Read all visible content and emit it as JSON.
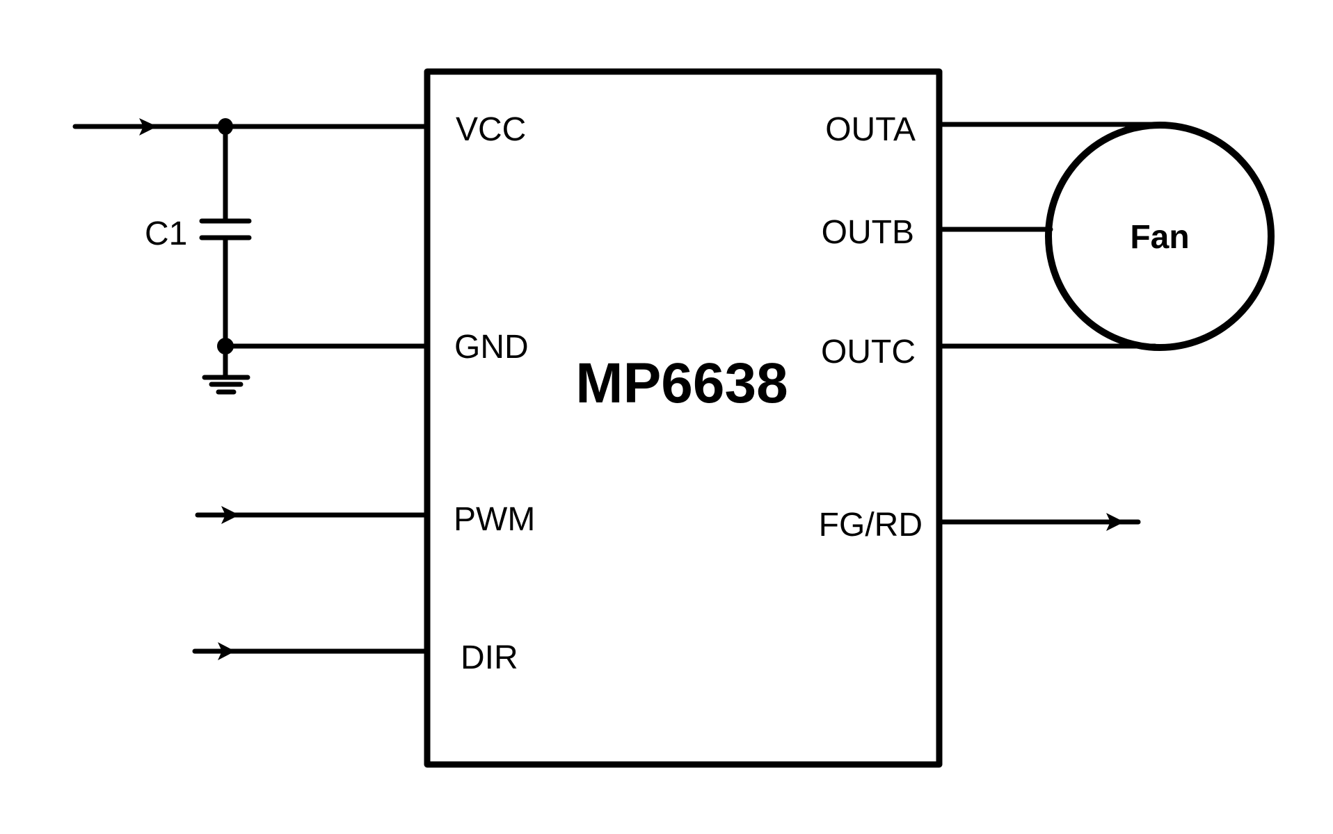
{
  "diagram": {
    "type": "circuit-schematic",
    "chip": {
      "name": "MP6638"
    },
    "left_pins": [
      {
        "id": "vcc",
        "label": "VCC",
        "connection": "input arrow + C1 top"
      },
      {
        "id": "gnd",
        "label": "GND",
        "connection": "C1 bottom + ground"
      },
      {
        "id": "pwm",
        "label": "PWM",
        "connection": "input arrow"
      },
      {
        "id": "dir",
        "label": "DIR",
        "connection": "input arrow"
      }
    ],
    "right_pins": [
      {
        "id": "outa",
        "label": "OUTA",
        "connection": "Fan"
      },
      {
        "id": "outb",
        "label": "OUTB",
        "connection": "Fan"
      },
      {
        "id": "outc",
        "label": "OUTC",
        "connection": "Fan"
      },
      {
        "id": "fgrd",
        "label": "FG/RD",
        "connection": "output arrow"
      }
    ],
    "components": {
      "capacitor": {
        "label": "C1"
      },
      "fan": {
        "label": "Fan"
      },
      "ground": {
        "symbol": "ground-icon"
      }
    }
  }
}
